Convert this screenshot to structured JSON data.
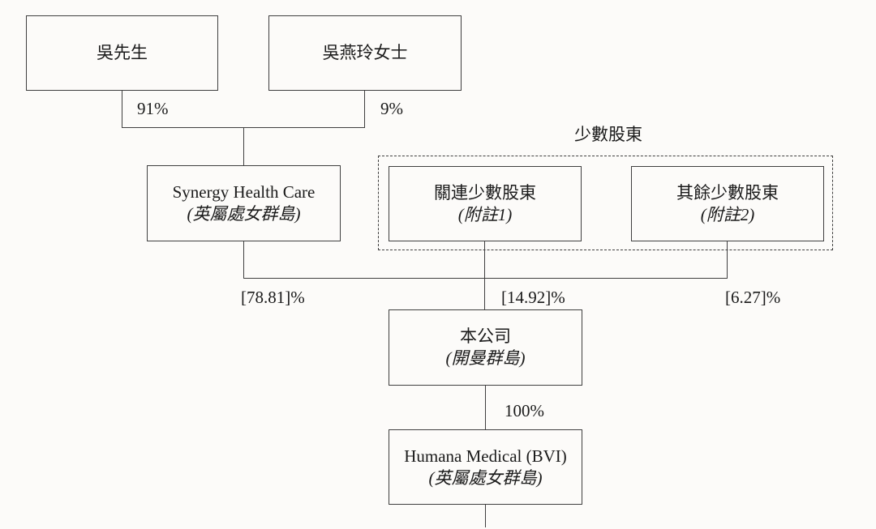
{
  "diagram": {
    "type": "shareholding-structure-chart",
    "colors": {
      "background": "#fcfbf9",
      "line": "#3f3f3f",
      "text": "#1a1a1a"
    },
    "nodes": {
      "mr_wu": {
        "label": "吳先生"
      },
      "ms_wu": {
        "label": "吳燕玲女士"
      },
      "synergy": {
        "name": "Synergy Health Care",
        "jurisdiction": "(英屬處女群島)"
      },
      "related_minority": {
        "name": "關連少數股東",
        "note": "(附註1)"
      },
      "other_minority": {
        "name": "其餘少數股東",
        "note": "(附註2)"
      },
      "company": {
        "name": "本公司",
        "jurisdiction": "(開曼群島)"
      },
      "humana": {
        "name": "Humana Medical (BVI)",
        "jurisdiction": "(英屬處女群島)"
      }
    },
    "minority_group_label": "少數股東",
    "ownership_labels": {
      "mr_wu_to_synergy": "91%",
      "ms_wu_to_synergy": "9%",
      "synergy_to_company": "[78.81]%",
      "related_to_company": "[14.92]%",
      "other_to_company": "[6.27]%",
      "company_to_humana": "100%"
    }
  }
}
